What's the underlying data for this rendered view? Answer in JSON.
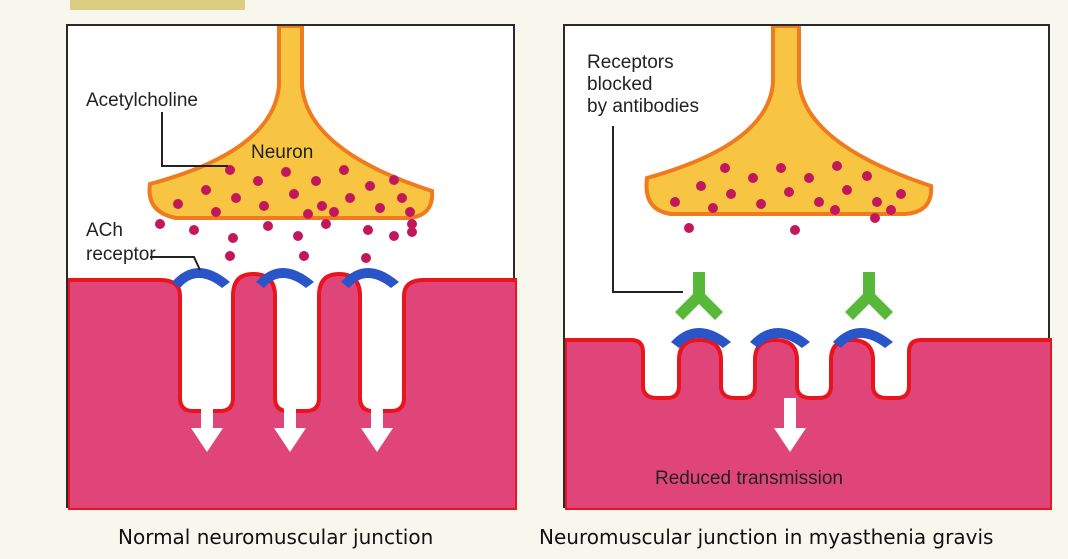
{
  "left_panel": {
    "labels": {
      "acetylcholine": "Acetylcholine",
      "neuron": "Neuron",
      "ach_line1": "ACh",
      "ach_line2": "receptor"
    },
    "caption": "Normal neuromuscular junction"
  },
  "right_panel": {
    "labels": {
      "blocked_line1": "Receptors",
      "blocked_line2": "blocked",
      "blocked_line3": "by antibodies",
      "reduced": "Reduced transmission"
    },
    "caption": "Neuromuscular junction in myasthenia gravis"
  },
  "colors": {
    "neuron_fill": "#f8c542",
    "neuron_stroke": "#f07a1e",
    "muscle_fill": "#e0457a",
    "muscle_stroke": "#e8141e",
    "receptor": "#2a55c8",
    "antibody": "#58b83a",
    "vesicle": "#c2185b"
  }
}
